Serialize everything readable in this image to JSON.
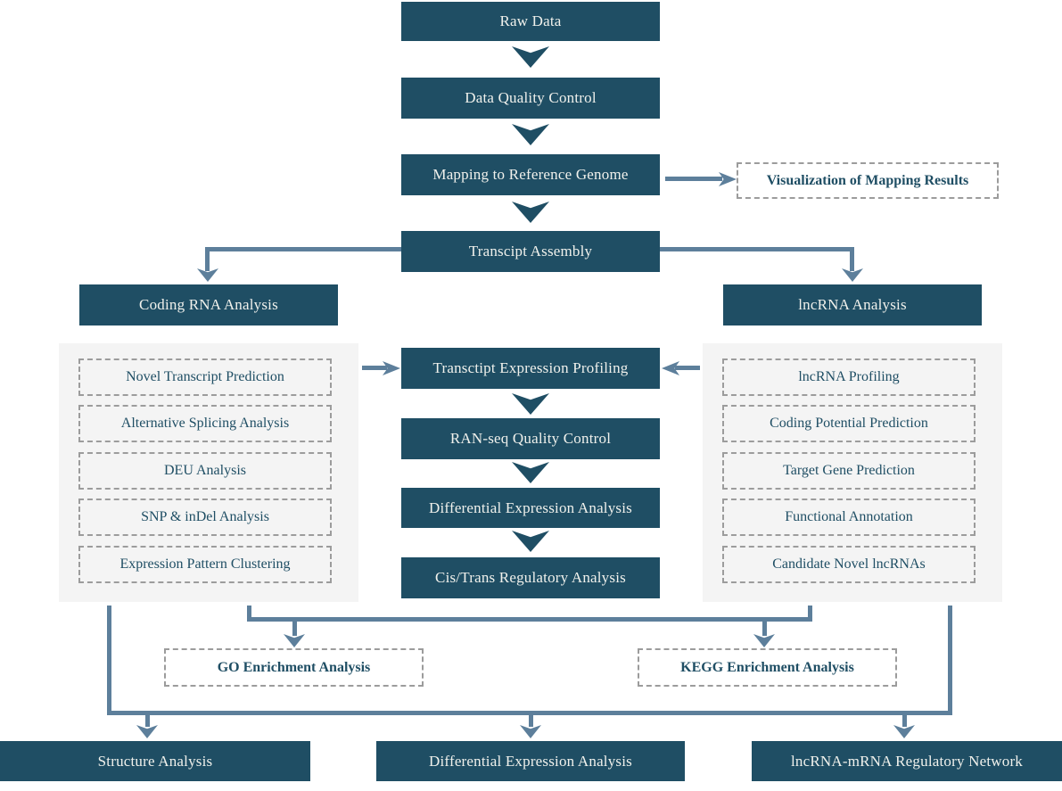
{
  "nodes": {
    "raw_data": "Raw Data",
    "data_quality_control": "Data Quality Control",
    "mapping": "Mapping to Reference Genome",
    "visualization": "Visualization of Mapping Results",
    "transcript_assembly": "Transcipt Assembly",
    "expression_profiling": "Transctipt Expression Profiling",
    "rnaseq_qc": "RAN-seq Quality Control",
    "differential_expression": "Differential Expression Analysis",
    "cis_trans": "Cis/Trans Regulatory Analysis",
    "go_enrichment": "GO Enrichment Analysis",
    "kegg_enrichment": "KEGG Enrichment Analysis"
  },
  "panels": {
    "coding": {
      "header": "Coding RNA Analysis",
      "items": [
        "Novel Transcript Prediction",
        "Alternative Splicing Analysis",
        "DEU Analysis",
        "SNP & inDel Analysis",
        "Expression Pattern Clustering"
      ]
    },
    "lncrna": {
      "header": "lncRNA Analysis",
      "items": [
        "lncRNA Profiling",
        "Coding Potential Prediction",
        "Target Gene Prediction",
        "Functional Annotation",
        "Candidate Novel lncRNAs"
      ]
    }
  },
  "bottom_row": [
    "Structure Analysis",
    "Differential Expression Analysis",
    "lncRNA-mRNA Regulatory Network"
  ],
  "colors": {
    "box": "#1f4e64",
    "box_text": "#f0f1ec",
    "line": "#5d7f9b",
    "panel_bg": "#f4f4f4",
    "dash_border": "#9c9c9c",
    "dash_text": "#1f4e64"
  }
}
